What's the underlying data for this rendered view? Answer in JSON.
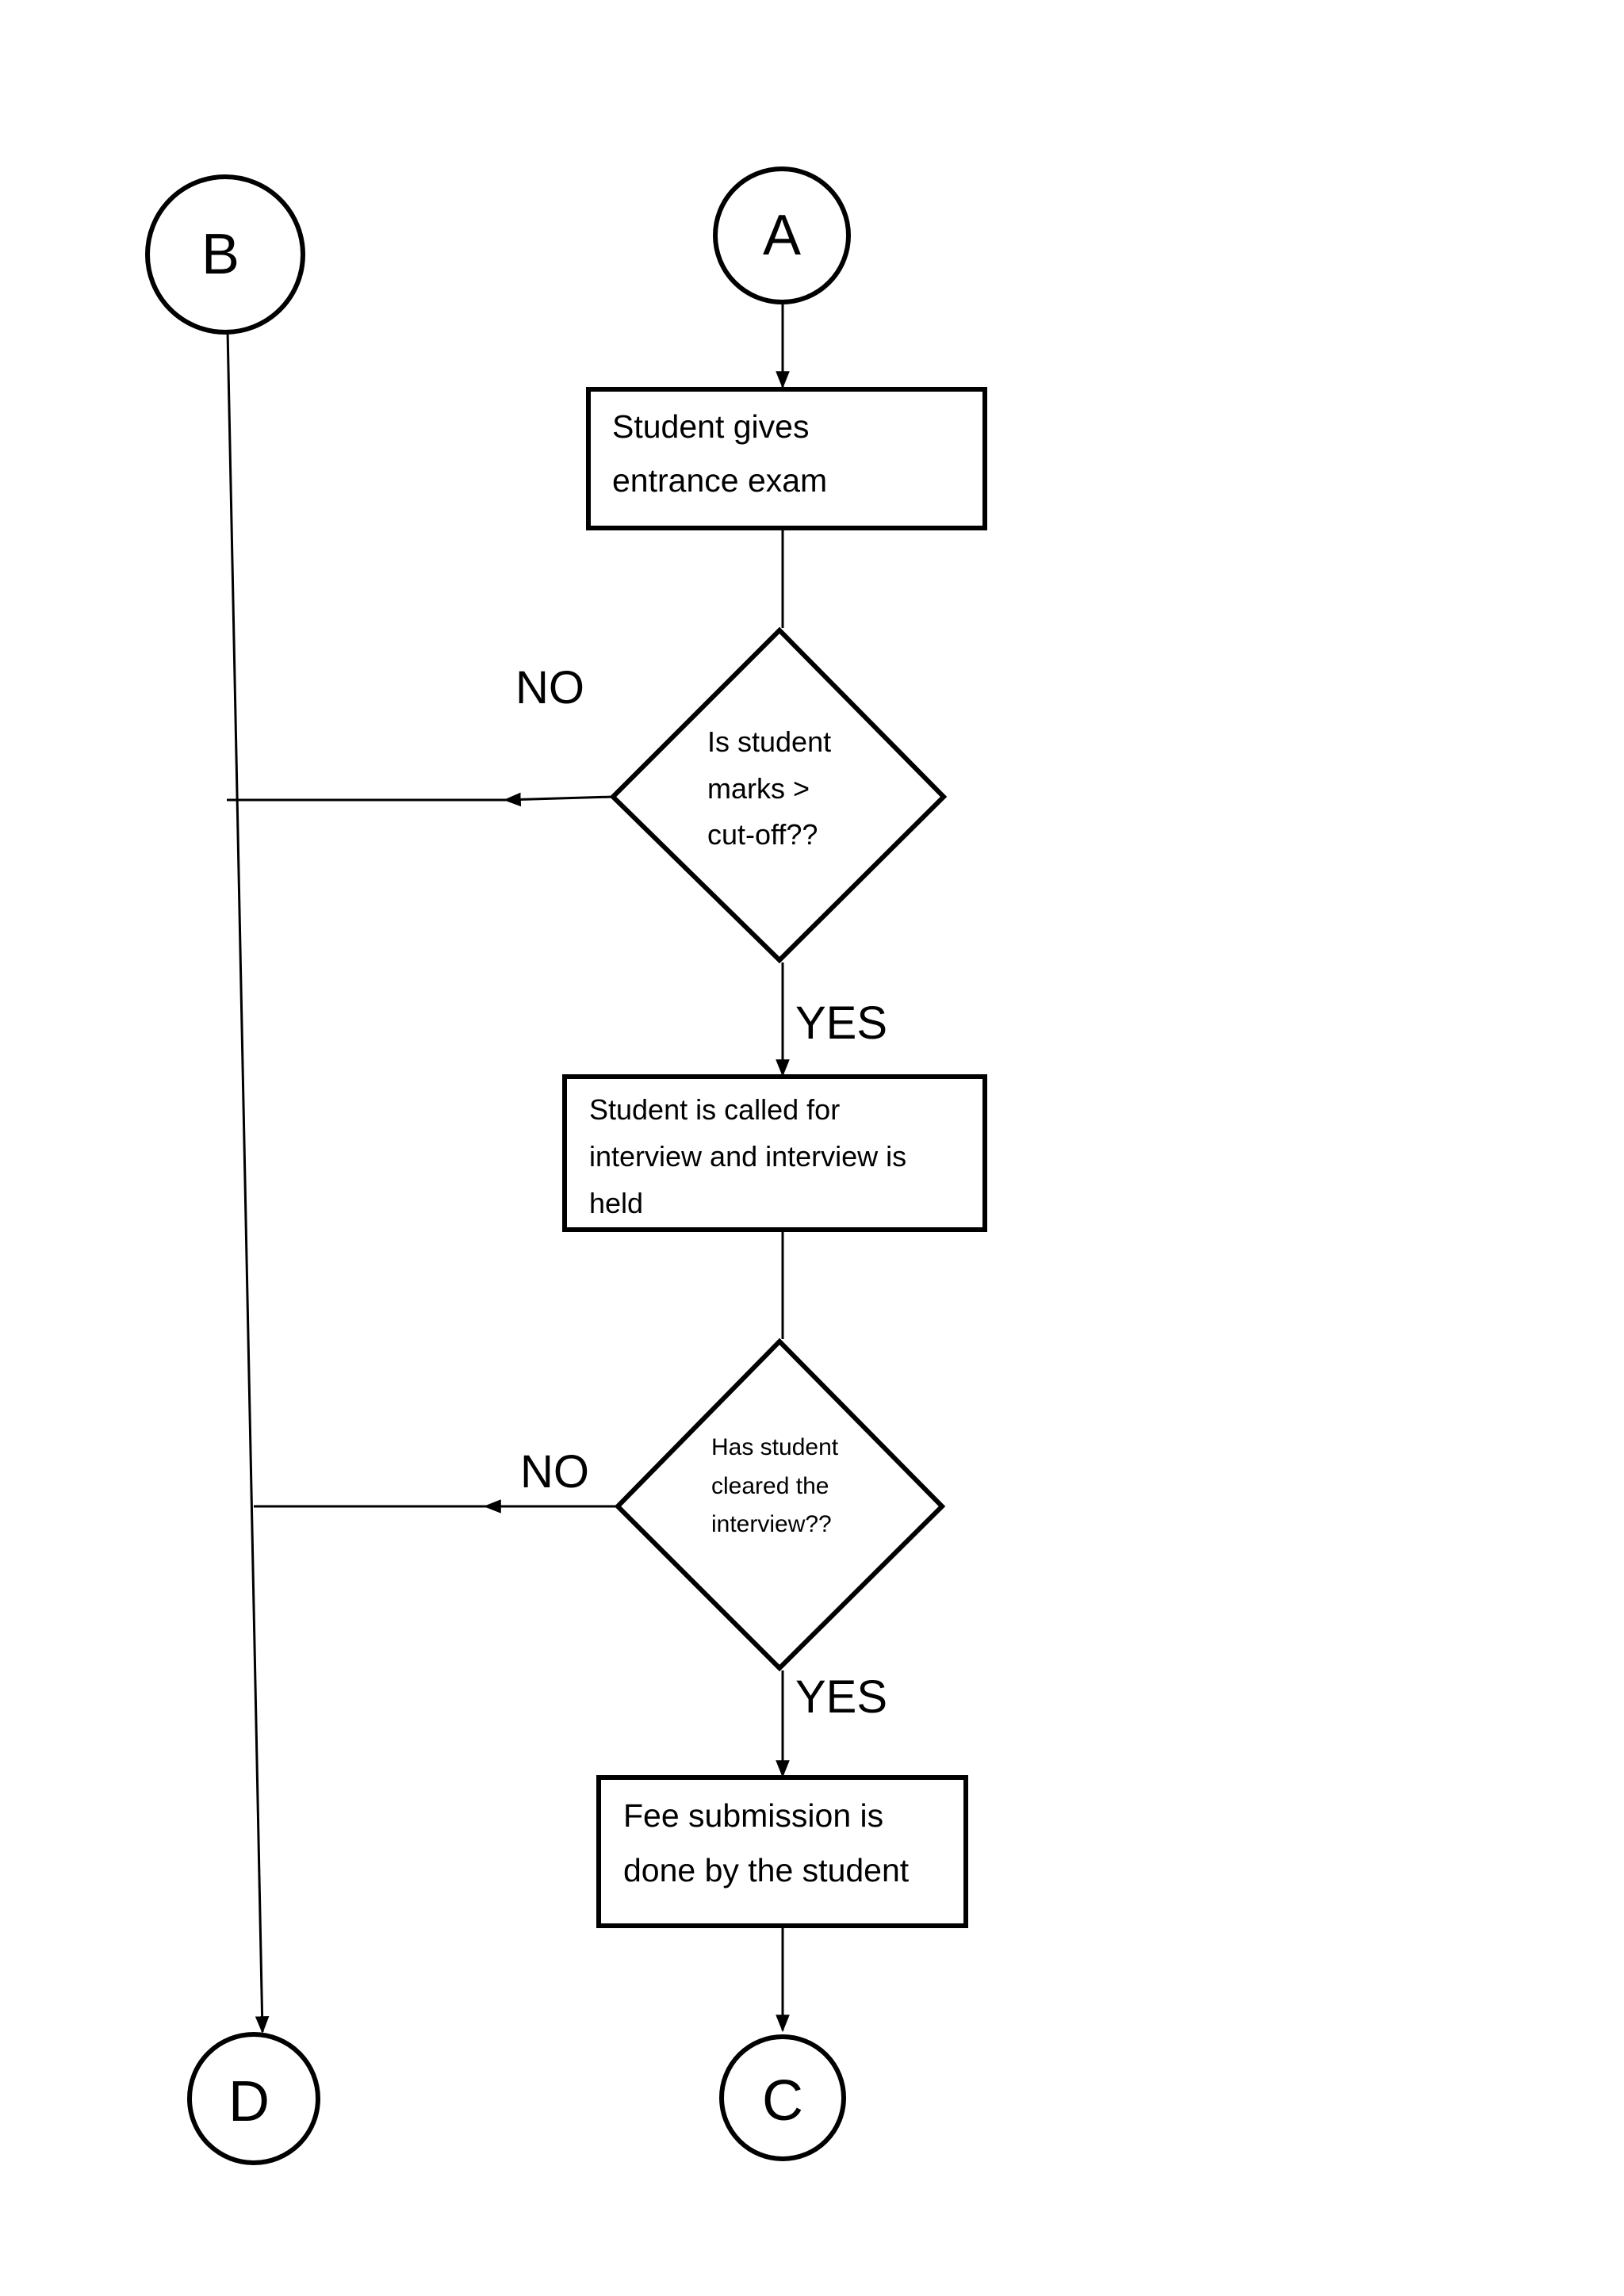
{
  "connectors": {
    "a": "A",
    "b": "B",
    "c": "C",
    "d": "D"
  },
  "nodes": {
    "entrance_exam": [
      "Student gives",
      "entrance exam"
    ],
    "marks_decision": [
      "Is student",
      "marks >",
      "cut-off??"
    ],
    "interview": [
      "Student is called for",
      "interview and interview is",
      "held"
    ],
    "interview_decision": [
      "Has student",
      "cleared the",
      "interview??"
    ],
    "fee_submission": [
      "Fee submission is",
      "done by the student"
    ]
  },
  "branch_labels": {
    "marks_no": "NO",
    "marks_yes": "YES",
    "interview_no": "NO",
    "interview_yes": "YES"
  }
}
